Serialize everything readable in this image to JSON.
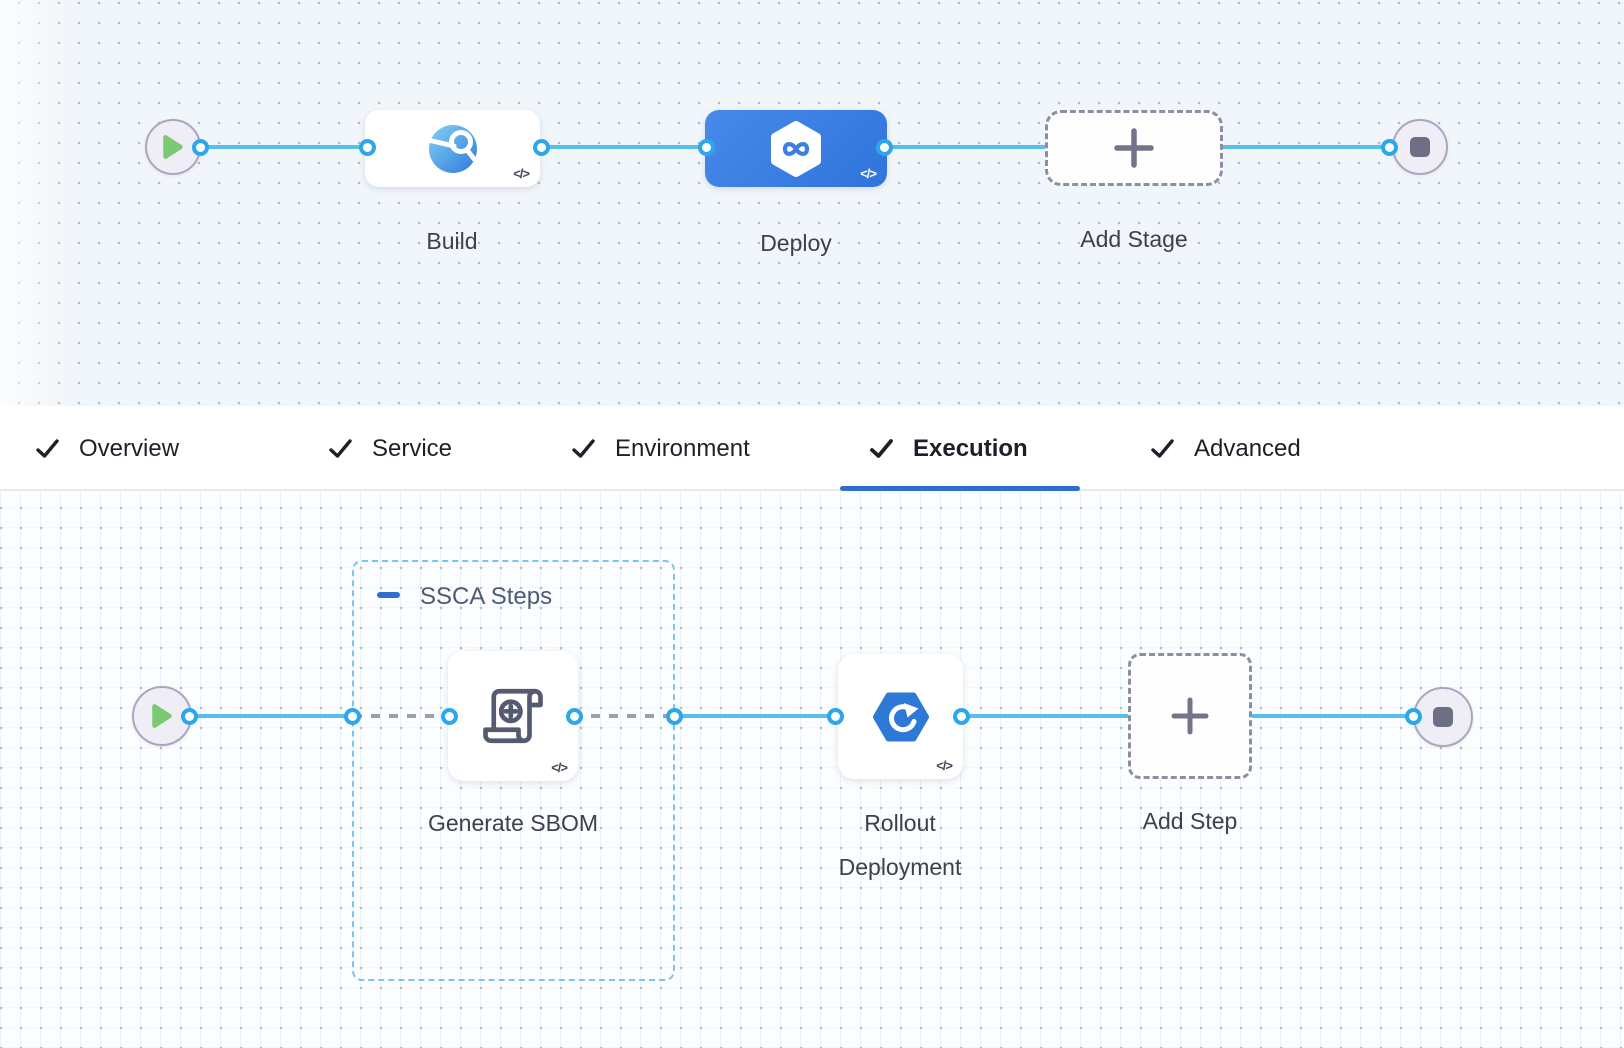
{
  "glyphs": {
    "code_badge": "</>"
  },
  "colors": {
    "deploy_stage_bg": "#3b7fe3",
    "connector_line_blue": "#58bef0",
    "connector_dashed_gray": "#9aa0ac",
    "active_tab_underline": "#2e6ecf",
    "group_border_blue": "#7cc4f0",
    "start_play_green": "#7cc974",
    "canvas_top_bg": "#f1f6fa",
    "canvas_bottom_bg": "#fbfdfe"
  },
  "stage_pipeline": {
    "build_label": "Build",
    "deploy_label": "Deploy",
    "add_stage_label": "Add Stage"
  },
  "tabs": {
    "items": [
      {
        "label": "Overview",
        "checked": true,
        "active": false
      },
      {
        "label": "Service",
        "checked": true,
        "active": false
      },
      {
        "label": "Environment",
        "checked": true,
        "active": false
      },
      {
        "label": "Execution",
        "checked": true,
        "active": true
      },
      {
        "label": "Advanced",
        "checked": true,
        "active": false
      }
    ]
  },
  "execution": {
    "group_label": "SSCA Steps",
    "generate_sbom_label": "Generate SBOM",
    "rollout_label_line1": "Rollout",
    "rollout_label_line2": "Deployment",
    "add_step_label": "Add Step"
  }
}
